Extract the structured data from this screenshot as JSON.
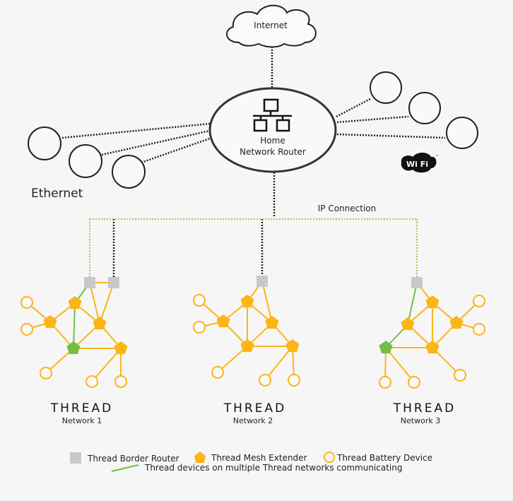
{
  "colors": {
    "background": "#f6f6f6",
    "mesh": "#fbb516",
    "border_router": "#c8c8c8",
    "multi_network": "#72bf44",
    "ip_connection": "#9ccc55",
    "outline": "#222222"
  },
  "labels": {
    "internet": "Internet",
    "router_line1": "Home",
    "router_line2": "Network Router",
    "ethernet": "Ethernet",
    "wifi": "Wi Fi",
    "wifi_tm": "™",
    "ip_connection": "IP Connection"
  },
  "networks": [
    {
      "logo": "THREAD",
      "name": "Network 1"
    },
    {
      "logo": "THREAD",
      "name": "Network 2"
    },
    {
      "logo": "THREAD",
      "name": "Network 3"
    }
  ],
  "legend": {
    "border_router": "Thread Border Router",
    "mesh_extender": "Thread Mesh Extender",
    "battery_device": "Thread Battery Device",
    "multi_network": "Thread devices on multiple Thread networks communicating"
  }
}
